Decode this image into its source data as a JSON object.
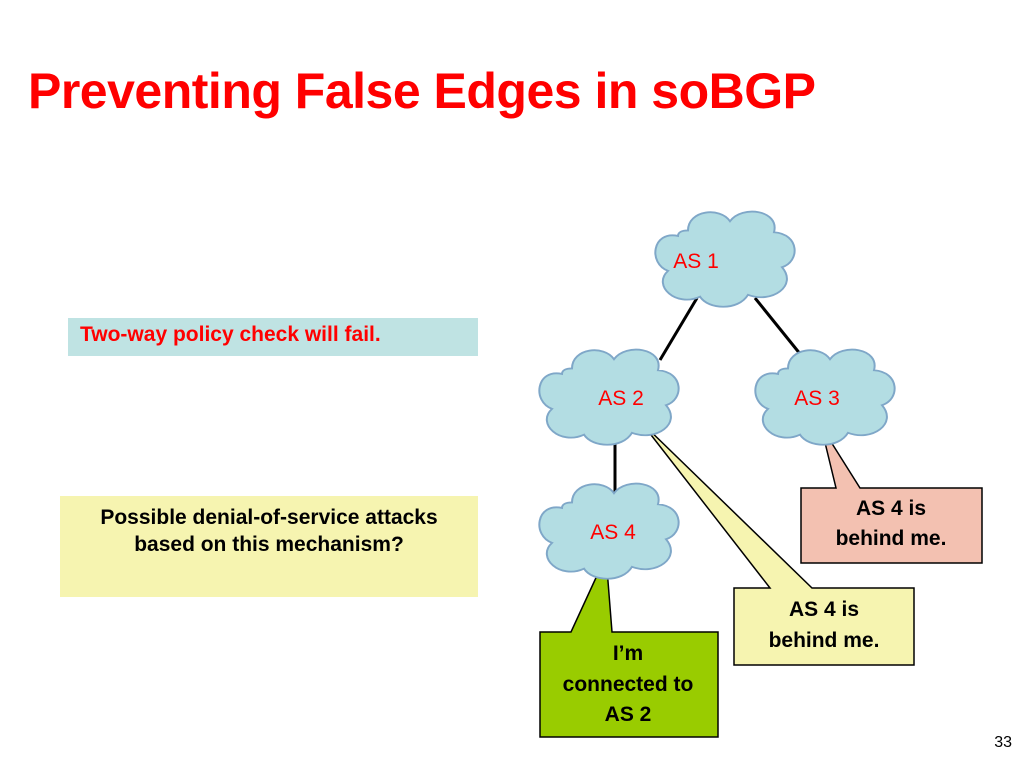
{
  "slide": {
    "title": "Preventing False Edges in soBGP",
    "page_number": "33"
  },
  "notes": {
    "policy_check": "Two-way policy check will fail.",
    "dos_question": "Possible denial-of-service attacks based on this mechanism?"
  },
  "nodes": [
    {
      "id": "as1",
      "label": "AS 1"
    },
    {
      "id": "as2",
      "label": "AS 2"
    },
    {
      "id": "as3",
      "label": "AS 3"
    },
    {
      "id": "as4",
      "label": "AS 4"
    }
  ],
  "edges": [
    {
      "from": "as1",
      "to": "as2"
    },
    {
      "from": "as1",
      "to": "as3"
    },
    {
      "from": "as2",
      "to": "as4"
    }
  ],
  "callouts": {
    "as3_claim": {
      "from": "as3",
      "lines": [
        "AS 4 is",
        "behind me."
      ],
      "fill": "#f3c1b1"
    },
    "as2_claim": {
      "from": "as2",
      "lines": [
        "AS 4 is",
        "behind me."
      ],
      "fill": "#f6f4b0"
    },
    "as4_claim": {
      "from": "as4",
      "lines": [
        "I’m",
        "connected to",
        "AS 2"
      ],
      "fill": "#99cc00"
    }
  },
  "colors": {
    "title": "#ff0000",
    "cloud_fill": "#b3dde3",
    "cloud_stroke": "#7fa7c8",
    "node_label": "#ff0000",
    "policy_note_bg": "#bfe3e3",
    "dos_note_bg": "#f6f4b0"
  }
}
